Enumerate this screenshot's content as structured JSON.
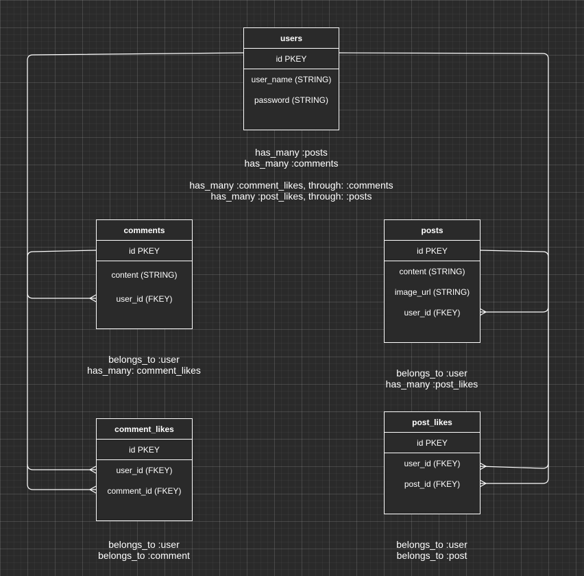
{
  "entities": {
    "users": {
      "title": "users",
      "pk": "id PKEY",
      "fields": [
        "user_name (STRING)",
        "password (STRING)"
      ]
    },
    "comments": {
      "title": "comments",
      "pk": "id PKEY",
      "fields": [
        "content (STRING)",
        "user_id (FKEY)"
      ]
    },
    "posts": {
      "title": "posts",
      "pk": "id PKEY",
      "fields": [
        "content (STRING)",
        "image_url (STRING)",
        "user_id (FKEY)"
      ]
    },
    "comment_likes": {
      "title": "comment_likes",
      "pk": "id PKEY",
      "fields": [
        "user_id (FKEY)",
        "comment_id (FKEY)"
      ]
    },
    "post_likes": {
      "title": "post_likes",
      "pk": "id PKEY",
      "fields": [
        "user_id (FKEY)",
        "post_id (FKEY)"
      ]
    }
  },
  "relations": {
    "users": [
      "has_many :posts",
      "has_many :comments",
      "",
      "has_many :comment_likes, through: :comments",
      "has_many :post_likes, through: :posts"
    ],
    "comments": [
      "belongs_to :user",
      "has_many: comment_likes"
    ],
    "posts": [
      "belongs_to :user",
      "has_many :post_likes"
    ],
    "comment_likes": [
      "belongs_to :user",
      "belongs_to :comment"
    ],
    "post_likes": [
      "belongs_to :user",
      "belongs_to :post"
    ]
  },
  "colors": {
    "background": "#2a2a2a",
    "stroke": "#ffffff"
  }
}
